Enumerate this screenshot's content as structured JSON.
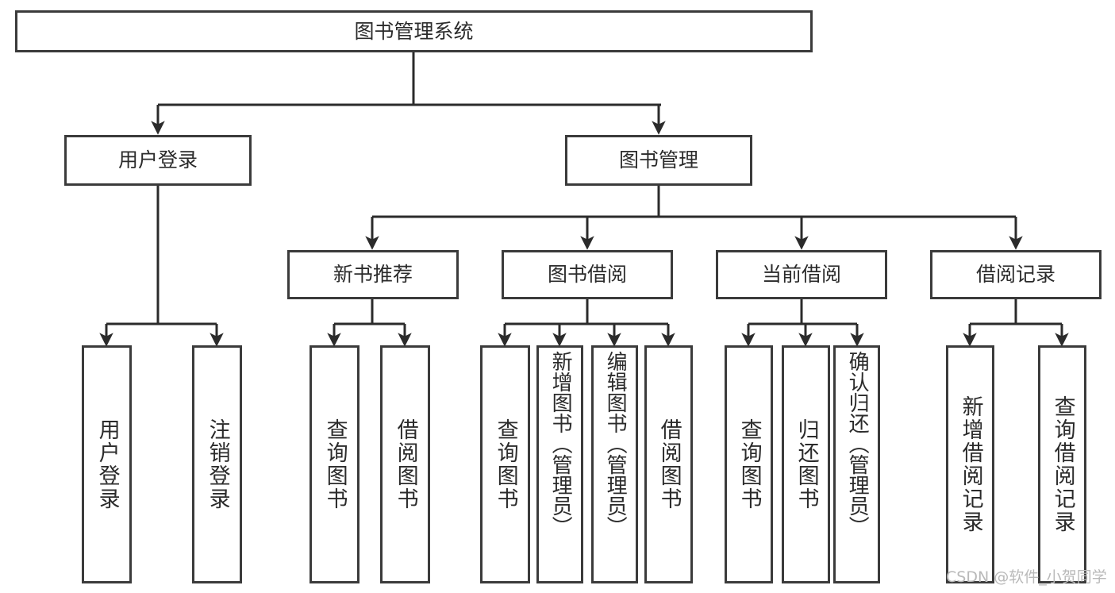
{
  "diagram": {
    "title": "图书管理系统",
    "type": "tree",
    "watermark": "CSDN @软件_小贺同学",
    "colors": {
      "border": "#3b3b3b",
      "text": "#2b2b2b",
      "background": "#ffffff",
      "edge": "#2b2b2b",
      "watermark": "#b9b9b9"
    },
    "root": {
      "label": "图书管理系统"
    },
    "level2": [
      {
        "label": "用户登录"
      },
      {
        "label": "图书管理"
      }
    ],
    "level3": [
      {
        "label": "新书推荐"
      },
      {
        "label": "图书借阅"
      },
      {
        "label": "当前借阅"
      },
      {
        "label": "借阅记录"
      }
    ],
    "leaves": {
      "user_login": [
        {
          "label": "用户登录"
        },
        {
          "label": "注销登录"
        }
      ],
      "new_book_recommend": [
        {
          "label": "查询图书"
        },
        {
          "label": "借阅图书"
        }
      ],
      "book_borrow": [
        {
          "label": "查询图书"
        },
        {
          "label": "新增图书（管理员）"
        },
        {
          "label": "编辑图书（管理员）"
        },
        {
          "label": "借阅图书"
        }
      ],
      "current_borrow": [
        {
          "label": "查询图书"
        },
        {
          "label": "归还图书"
        },
        {
          "label": "确认归还（管理员）"
        }
      ],
      "borrow_record": [
        {
          "label": "新增借阅记录"
        },
        {
          "label": "查询借阅记录"
        }
      ]
    }
  }
}
